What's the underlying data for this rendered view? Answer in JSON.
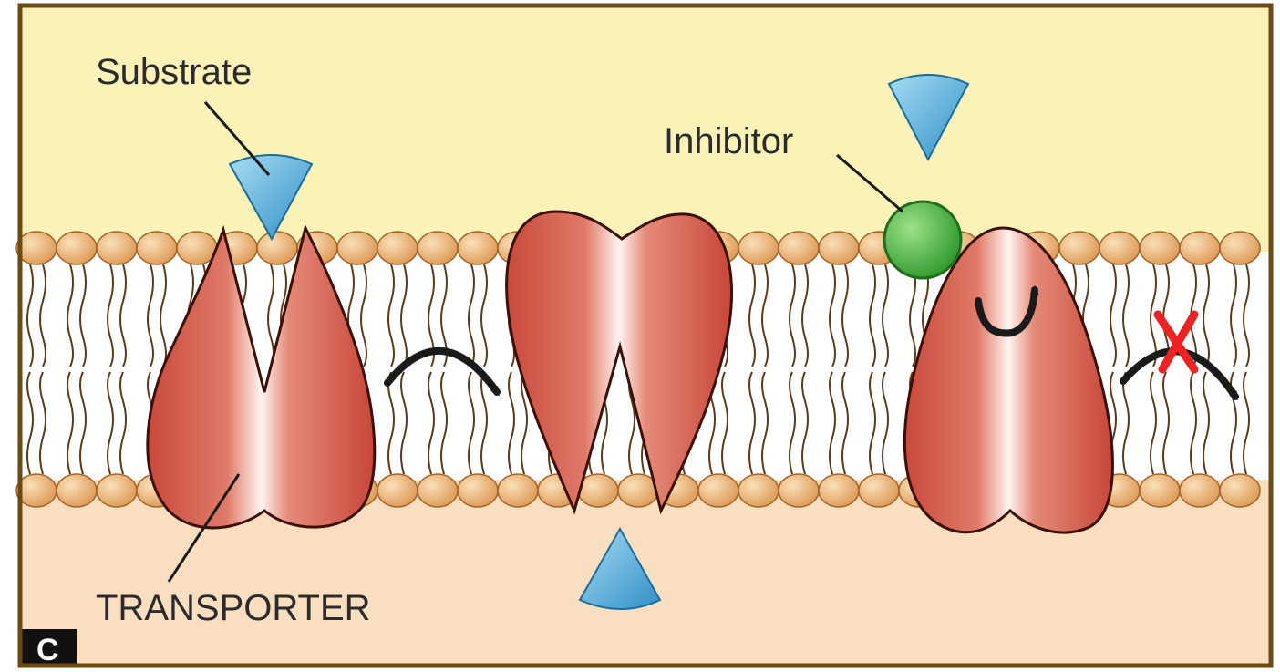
{
  "labels": {
    "substrate": "Substrate",
    "inhibitor": "Inhibitor",
    "transporter": "TRANSPORTER",
    "panel": "C"
  },
  "colors": {
    "outside_bg": "#fbf2b8",
    "inside_bg": "#f9dfbf",
    "border": "#6b4a12",
    "lipid_head": "#ebb472",
    "lipid_head_stroke": "#a3652a",
    "lipid_tail": "#5a3a1a",
    "protein": "#d8564a",
    "protein_stroke": "#3a1008",
    "substrate": "#4aa8d8",
    "inhibitor": "#3cab3a",
    "arrow": "#1a1a1a",
    "block_mark": "#ee2222"
  },
  "icons": {
    "substrate_shape": "wedge-triangle",
    "inhibitor_shape": "green-circle",
    "transition_arrow": "curved-arrow-right",
    "blocked_mark": "red-x",
    "rotation_arrow": "curved-arrow-clockwise"
  },
  "membrane": {
    "type": "lipid-bilayer"
  },
  "transporters": [
    {
      "state": "open-outward"
    },
    {
      "state": "open-inward"
    },
    {
      "state": "locked-by-inhibitor"
    }
  ]
}
